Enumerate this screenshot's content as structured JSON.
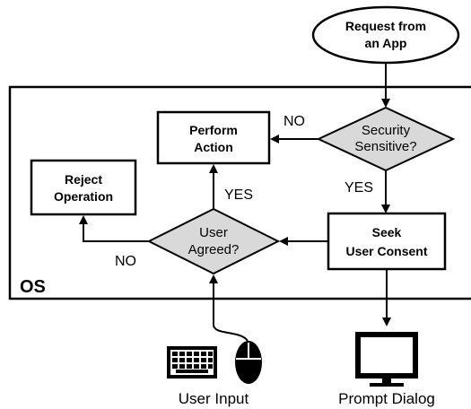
{
  "os_region": {
    "label": "OS"
  },
  "nodes": {
    "request": {
      "line1": "Request from",
      "line2": "an App"
    },
    "security_check": {
      "line1": "Security",
      "line2": "Sensitive?"
    },
    "perform_action": {
      "line1": "Perform",
      "line2": "Action"
    },
    "reject_operation": {
      "line1": "Reject",
      "line2": "Operation"
    },
    "user_agreed": {
      "line1": "User",
      "line2": "Agreed?"
    },
    "seek_consent": {
      "line1": "Seek",
      "line2": "User Consent"
    }
  },
  "edge_labels": {
    "security_no": "NO",
    "security_yes": "YES",
    "agreed_yes": "YES",
    "agreed_no": "NO"
  },
  "external": {
    "user_input": "User Input",
    "prompt_dialog": "Prompt Dialog"
  },
  "icons": {
    "keyboard": "keyboard-icon",
    "mouse": "mouse-icon",
    "monitor": "monitor-icon"
  },
  "colors": {
    "diamond_fill": "#d9d9d9",
    "stroke": "#000000",
    "background": "#ffffff"
  }
}
